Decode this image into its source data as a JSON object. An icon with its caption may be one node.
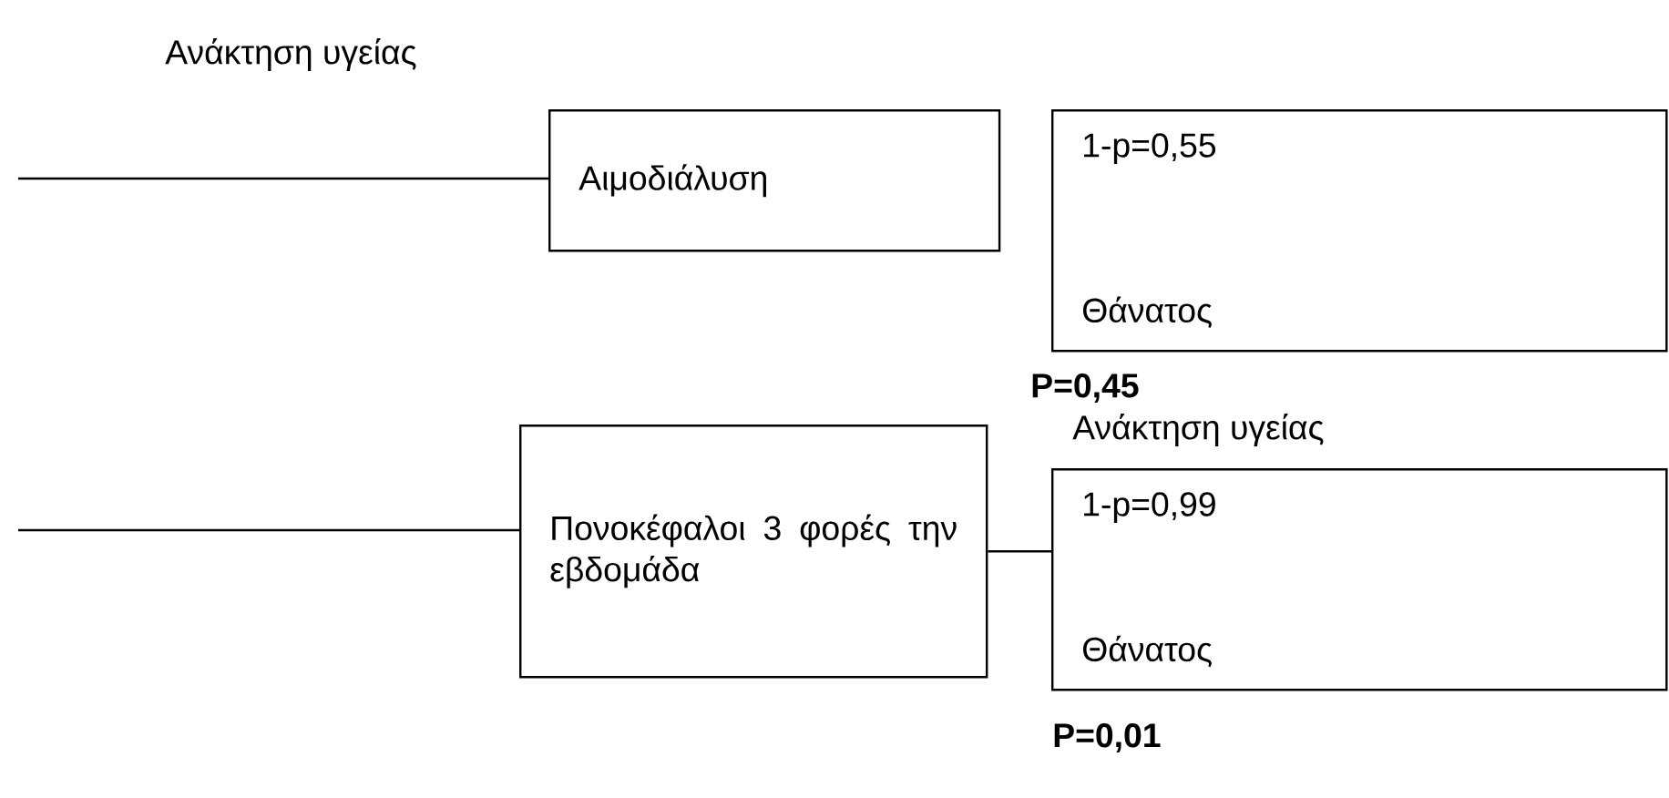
{
  "diagram": {
    "nodes": [
      {
        "text": [
          "Αιμοδιάλυση"
        ]
      },
      {
        "text": [
          "1-p=0,55",
          "Θάνατος"
        ]
      },
      {
        "text": [
          "Πονοκέφαλοι 3 φορές την εβδομάδα"
        ]
      },
      {
        "text": [
          "1-p=0,99",
          "Θάνατος"
        ]
      }
    ],
    "edges": [
      {
        "from": null,
        "to": 0,
        "arrow": "none"
      },
      {
        "from": null,
        "to": 2,
        "arrow": "none"
      },
      {
        "from": 2,
        "to": 3,
        "arrow": "none"
      }
    ],
    "labels": [
      "Ανάκτηση υγείας",
      "P=0,45",
      "Ανάκτηση υγείας",
      "P=0,01"
    ]
  }
}
